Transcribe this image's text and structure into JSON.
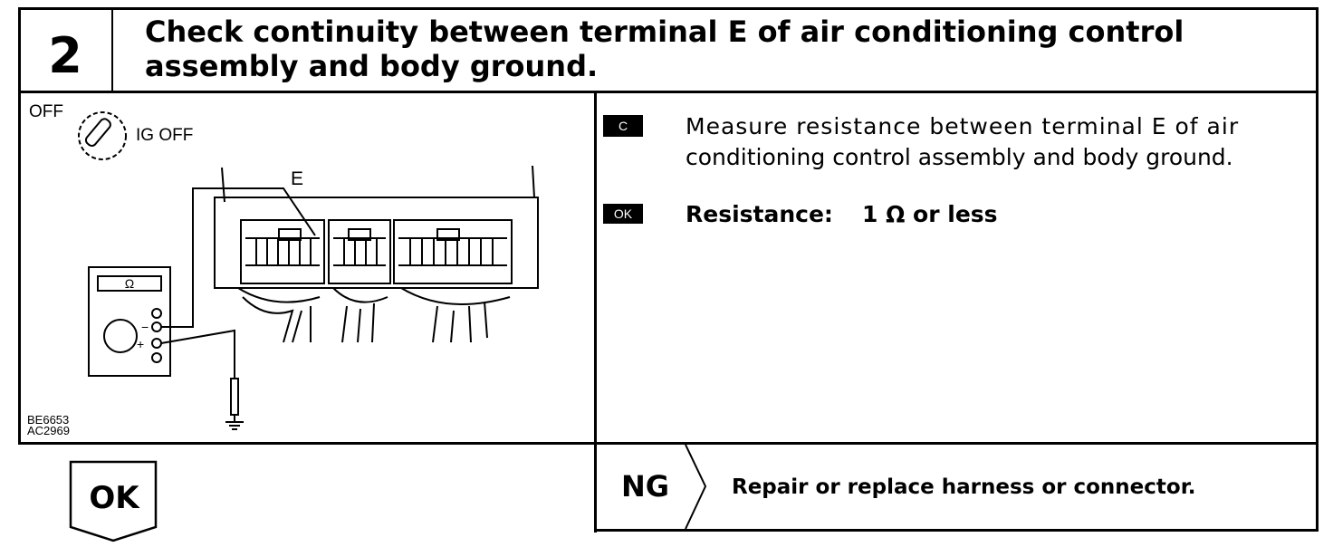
{
  "step": {
    "number": "2",
    "title_line1": "Check continuity between terminal E of air conditioning control",
    "title_line2": "assembly and body ground."
  },
  "figure": {
    "ignition_state": "OFF",
    "ignition_label": "IG OFF",
    "terminal_label": "E",
    "meter_symbol": "Ω",
    "meter_minus": "−",
    "meter_plus": "+",
    "code1": "BE6653",
    "code2": "AC2969"
  },
  "procedure": {
    "check_badge": "C",
    "instruction_line1": "Measure resistance between terminal E of air",
    "instruction_line2": "conditioning control assembly and body ground.",
    "ok_badge": "OK",
    "spec_label": "Resistance:",
    "spec_value": "1 Ω or less"
  },
  "results": {
    "ok_label": "OK",
    "ng_label": "NG",
    "ng_action": "Repair or replace harness or connector."
  }
}
